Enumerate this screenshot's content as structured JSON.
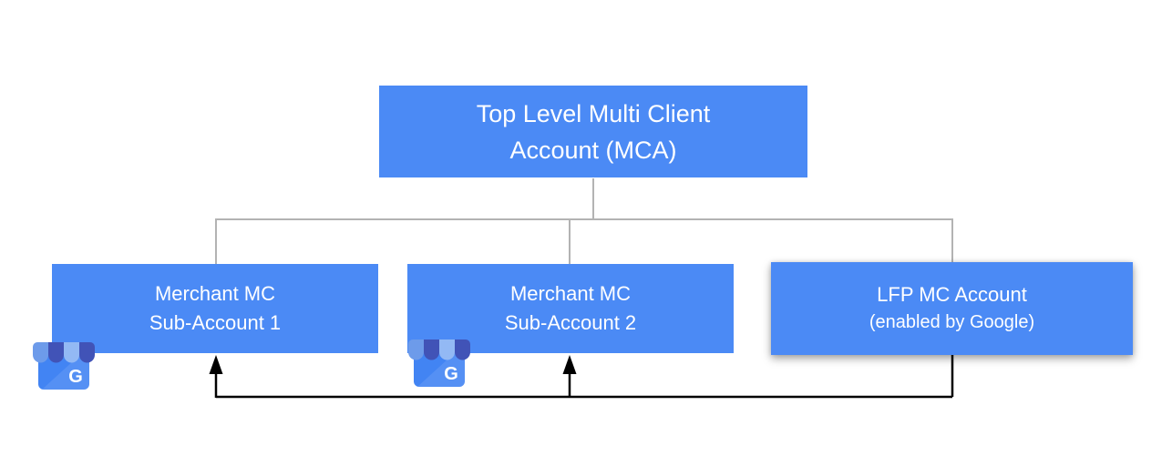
{
  "colors": {
    "node_blue": "#4b8af5",
    "connector_gray": "#b3b3b3",
    "arrow_black": "#000000",
    "node_text_white": "#ffffff",
    "icon_body_blue": "#4284f3",
    "icon_awning_dark": "#4153b7",
    "icon_awning_light1": "#6d9bea",
    "icon_awning_light2": "#93b9f4"
  },
  "nodes": {
    "mca": {
      "line1": "Top Level Multi Client",
      "line2": "Account (MCA)"
    },
    "merchant_sub1": {
      "line1": "Merchant MC",
      "line2": "Sub-Account 1"
    },
    "merchant_sub2": {
      "line1": "Merchant MC",
      "line2": "Sub-Account 2"
    },
    "lfp": {
      "line1": "LFP MC Account",
      "line2": "(enabled by Google)"
    }
  },
  "icons": {
    "business_profile_name": "google-business-profile-icon",
    "business_profile_letter": "G"
  }
}
